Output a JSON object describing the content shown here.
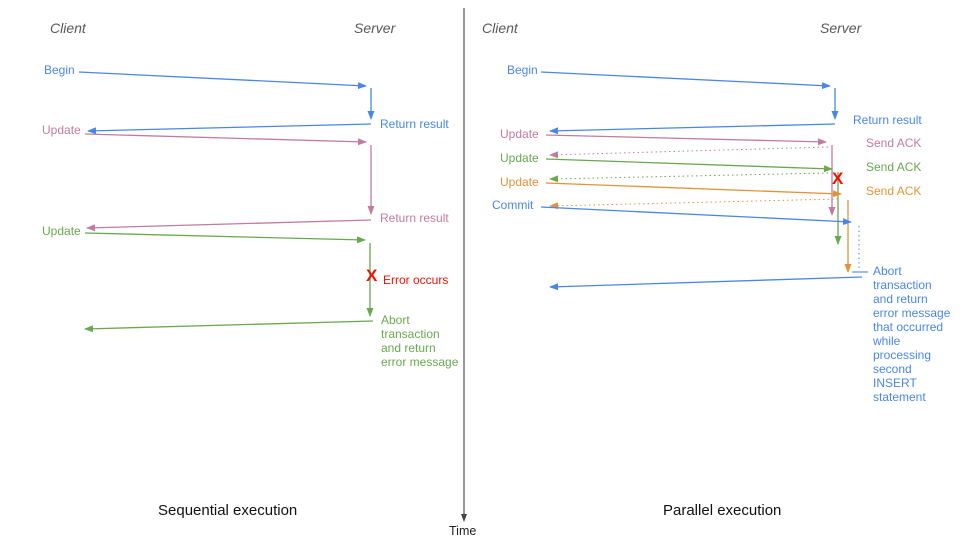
{
  "colors": {
    "blue": "#4a86e8",
    "pink": "#c27ba0",
    "green": "#6aa84f",
    "orange": "#e69138",
    "red": "#f40f02",
    "axis_gray": "#434343",
    "header_gray": "#595959"
  },
  "time_axis": {
    "label": "Time"
  },
  "sequential": {
    "title": "Sequential execution",
    "client_header": "Client",
    "server_header": "Server",
    "messages": {
      "begin": "Begin",
      "return_result_1": "Return result",
      "update_1": "Update",
      "return_result_2": "Return result",
      "update_2": "Update",
      "error_mark": "X",
      "error_label": "Error occurs",
      "abort_note": "Abort\ntransaction\nand return\nerror message"
    }
  },
  "parallel": {
    "title": "Parallel execution",
    "client_header": "Client",
    "server_header": "Server",
    "messages": {
      "begin": "Begin",
      "return_result": "Return result",
      "update_1": "Update",
      "send_ack_1": "Send ACK",
      "update_2": "Update",
      "send_ack_2": "Send ACK",
      "update_3": "Update",
      "send_ack_3": "Send ACK",
      "commit": "Commit",
      "error_mark": "X",
      "abort_note": "Abort\ntransaction\nand return\nerror message\nthat occurred\nwhile\nprocessing\nsecond\nINSERT\nstatement"
    }
  }
}
